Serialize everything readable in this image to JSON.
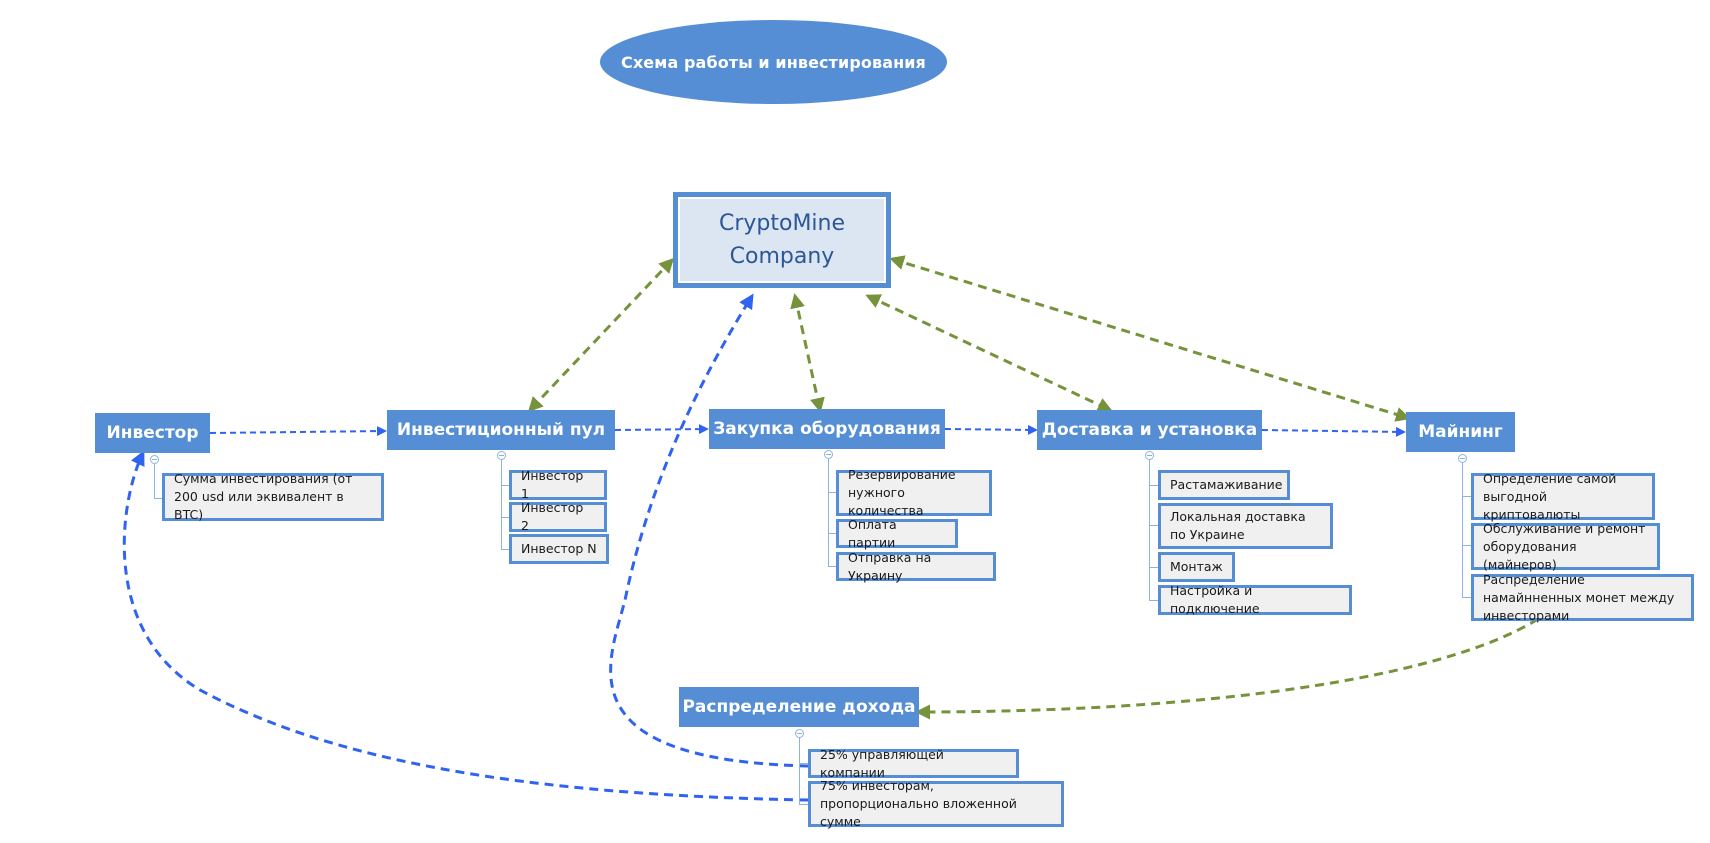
{
  "title": "Схема работы и инвестирования",
  "center": {
    "line1": "CryptoMine",
    "line2": "Company"
  },
  "nodes": {
    "investor": {
      "label": "Инвестор",
      "children": [
        "Сумма инвестирования (от 200 usd или эквивалент в BTC)"
      ]
    },
    "pool": {
      "label": "Инвестиционный пул",
      "children": [
        "Инвестор 1",
        "Инвестор 2",
        "Инвестор N"
      ]
    },
    "purchase": {
      "label": "Закупка оборудования",
      "children": [
        "Резервирование нужного количества",
        "Оплата партии",
        "Отправка на Украину"
      ]
    },
    "delivery": {
      "label": "Доставка и установка",
      "children": [
        "Растамаживание",
        "Локальная доставка по Украине",
        "Монтаж",
        "Настройка и подключение"
      ]
    },
    "mining": {
      "label": "Майнинг",
      "children": [
        "Определение самой выгодной криптовалюты",
        "Обслуживание и ремонт оборудования (майнеров)",
        "Распределение намайнненных монет между инвесторами"
      ]
    },
    "income": {
      "label": "Распределение дохода",
      "children": [
        "25% управляющей компании",
        "75% инвесторам, пропорционально вложенной сумме"
      ]
    }
  },
  "colors": {
    "node_fill": "#558ed5",
    "center_fill": "#dce6f2",
    "center_text": "#2b5797",
    "flow_arrow": "#2f63f0",
    "relation_arrow": "#76933c",
    "sub_fill": "#f0f0f0"
  },
  "edges": {
    "flow": [
      "investor→pool",
      "pool→purchase",
      "purchase→delivery",
      "delivery→mining",
      "income.25%→center",
      "income.75%→investor"
    ],
    "relation": [
      "center↔pool",
      "center↔purchase",
      "center↔delivery",
      "center↔mining",
      "mining.distribution→income"
    ]
  }
}
